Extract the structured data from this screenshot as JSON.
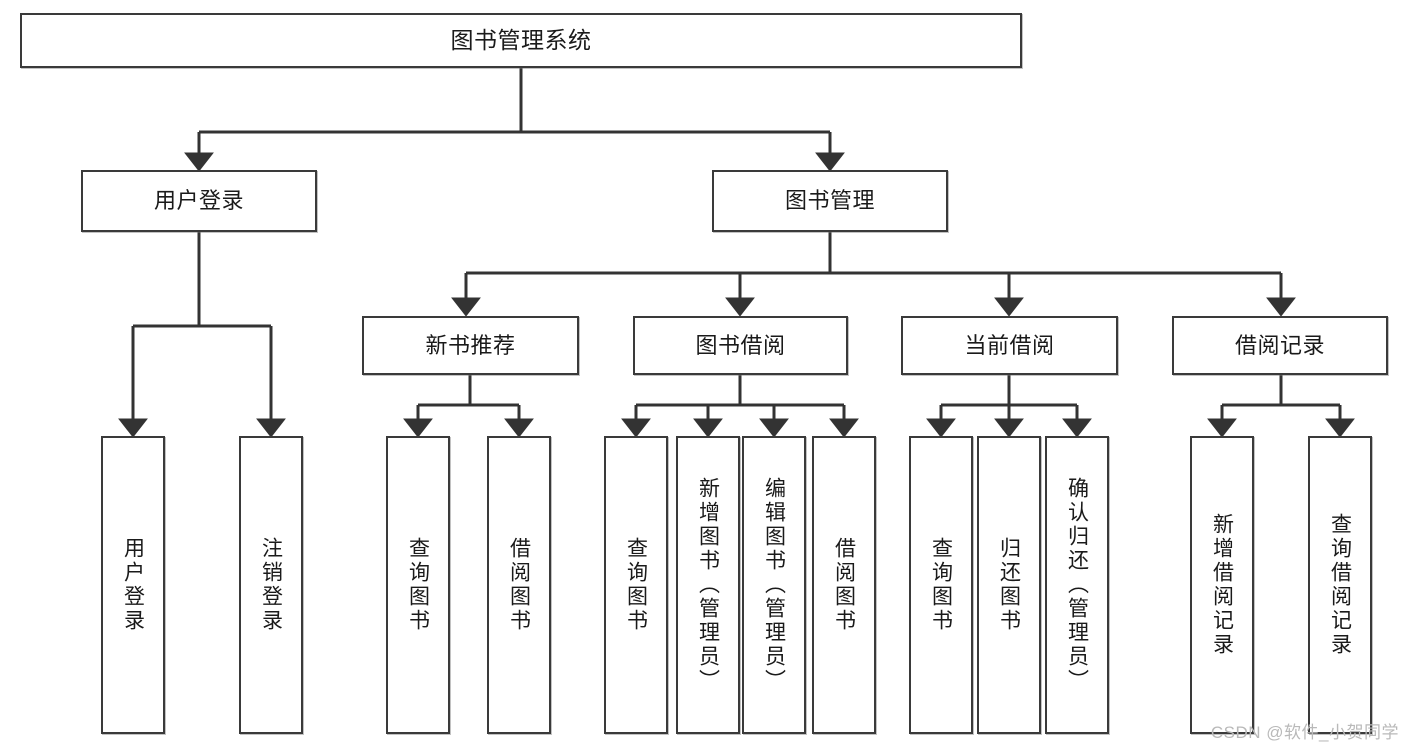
{
  "diagram": {
    "title": "图书管理系统",
    "type": "hierarchy-tree",
    "watermark": "CSDN @软件_小贺同学",
    "colors": {
      "box_border": "#3a3a3a",
      "box_fill": "#ffffff",
      "connector": "#333333",
      "text": "#1a1a1a",
      "watermark": "#b9b9b9"
    },
    "nodes": {
      "root": {
        "label": "图书管理系统"
      },
      "level1": [
        {
          "label": "用户登录"
        },
        {
          "label": "图书管理"
        }
      ],
      "level2": [
        {
          "label": "新书推荐"
        },
        {
          "label": "图书借阅"
        },
        {
          "label": "当前借阅"
        },
        {
          "label": "借阅记录"
        }
      ],
      "leaves": [
        {
          "label": "用户登录"
        },
        {
          "label": "注销登录"
        },
        {
          "label": "查询图书"
        },
        {
          "label": "借阅图书"
        },
        {
          "label": "查询图书"
        },
        {
          "label": "新增图书（管理员）"
        },
        {
          "label": "编辑图书（管理员）"
        },
        {
          "label": "借阅图书"
        },
        {
          "label": "查询图书"
        },
        {
          "label": "归还图书"
        },
        {
          "label": "确认归还（管理员）"
        },
        {
          "label": "新增借阅记录"
        },
        {
          "label": "查询借阅记录"
        }
      ]
    },
    "edges": [
      {
        "from": "图书管理系统",
        "to": "用户登录"
      },
      {
        "from": "图书管理系统",
        "to": "图书管理"
      },
      {
        "from": "用户登录",
        "to": "用户登录"
      },
      {
        "from": "用户登录",
        "to": "注销登录"
      },
      {
        "from": "图书管理",
        "to": "新书推荐"
      },
      {
        "from": "图书管理",
        "to": "图书借阅"
      },
      {
        "from": "图书管理",
        "to": "当前借阅"
      },
      {
        "from": "图书管理",
        "to": "借阅记录"
      },
      {
        "from": "新书推荐",
        "to": "查询图书"
      },
      {
        "from": "新书推荐",
        "to": "借阅图书"
      },
      {
        "from": "图书借阅",
        "to": "查询图书"
      },
      {
        "from": "图书借阅",
        "to": "新增图书（管理员）"
      },
      {
        "from": "图书借阅",
        "to": "编辑图书（管理员）"
      },
      {
        "from": "图书借阅",
        "to": "借阅图书"
      },
      {
        "from": "当前借阅",
        "to": "查询图书"
      },
      {
        "from": "当前借阅",
        "to": "归还图书"
      },
      {
        "from": "当前借阅",
        "to": "确认归还（管理员）"
      },
      {
        "from": "借阅记录",
        "to": "新增借阅记录"
      },
      {
        "from": "借阅记录",
        "to": "查询借阅记录"
      }
    ]
  }
}
